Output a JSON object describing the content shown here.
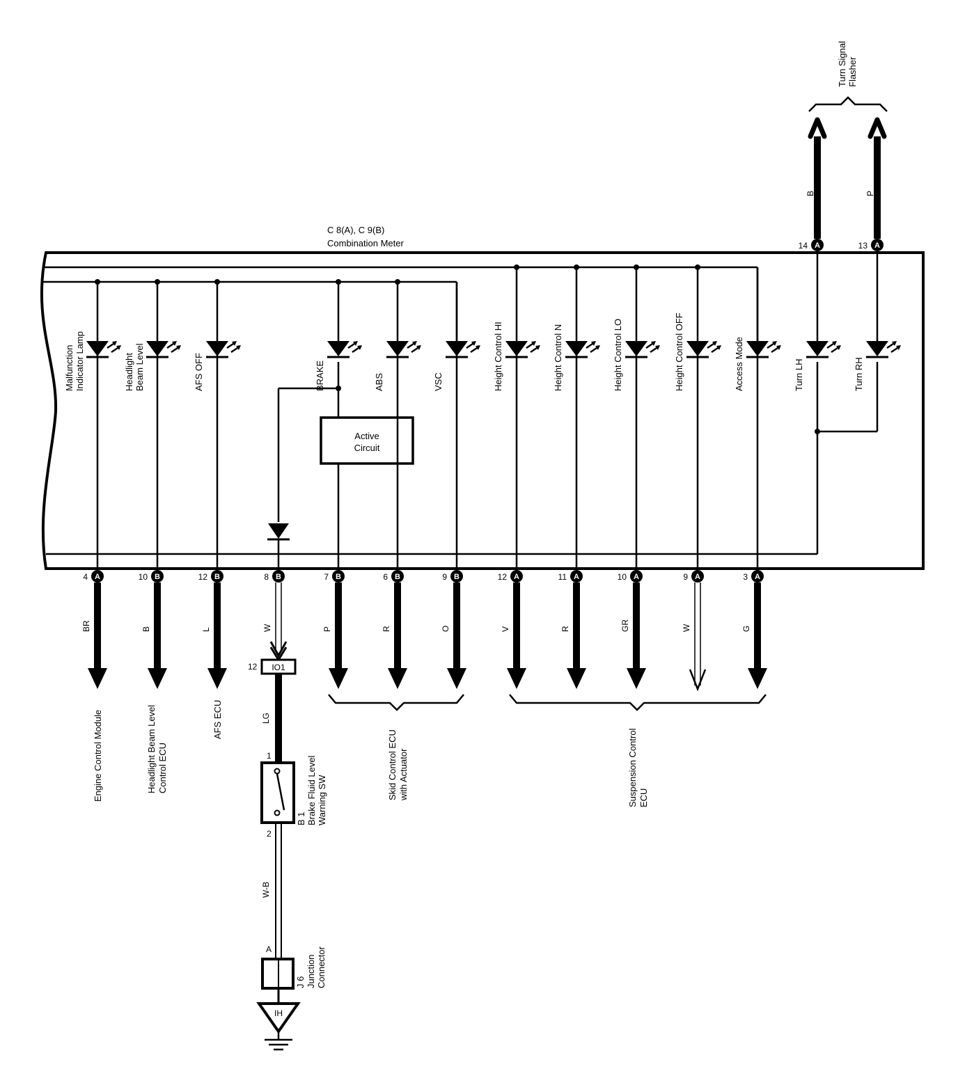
{
  "meter": {
    "connectors": "C 8(A), C 9(B)",
    "name": "Combination Meter"
  },
  "flasher": {
    "name": [
      "Turn Signal",
      "Flasher"
    ]
  },
  "active_circuit": [
    "Active",
    "Circuit"
  ],
  "lamps": [
    {
      "label": [
        "Malfunction",
        "Indicator Lamp"
      ],
      "pin": "4",
      "conn": "A",
      "wire": "BR"
    },
    {
      "label": [
        "Headlight",
        "Beam Level"
      ],
      "pin": "10",
      "conn": "B",
      "wire": "B"
    },
    {
      "label": [
        "AFS OFF"
      ],
      "pin": "12",
      "conn": "B",
      "wire": "L"
    },
    {
      "label": [
        "BRAKE"
      ],
      "pin": "7",
      "conn": "B",
      "wire": "P"
    },
    {
      "label": [
        "ABS"
      ],
      "pin": "6",
      "conn": "B",
      "wire": "R"
    },
    {
      "label": [
        "VSC"
      ],
      "pin": "9",
      "conn": "B",
      "wire": "O"
    },
    {
      "label": [
        "Height Control HI"
      ],
      "pin": "12",
      "conn": "A",
      "wire": "V"
    },
    {
      "label": [
        "Height Control N"
      ],
      "pin": "11",
      "conn": "A",
      "wire": "R"
    },
    {
      "label": [
        "Height Control LO"
      ],
      "pin": "10",
      "conn": "A",
      "wire": "GR"
    },
    {
      "label": [
        "Height Control OFF"
      ],
      "pin": "9",
      "conn": "A",
      "wire": "W"
    },
    {
      "label": [
        "Access Mode"
      ],
      "pin": "3",
      "conn": "A",
      "wire": "G"
    },
    {
      "label": [
        "Turn LH"
      ],
      "pin": "14",
      "conn": "A",
      "wire": "B"
    },
    {
      "label": [
        "Turn RH"
      ],
      "pin": "13",
      "conn": "A",
      "wire": "P"
    }
  ],
  "brake_warning": {
    "pin": "8",
    "conn": "B",
    "wire": "W"
  },
  "destinations": {
    "ecm": "Engine Control Module",
    "headlight_ecu": [
      "Headlight Beam Level",
      "Control ECU"
    ],
    "afs_ecu": "AFS ECU",
    "skid_ecu": [
      "Skid Control ECU",
      "with Actuator"
    ],
    "suspension_ecu": [
      "Suspension Control",
      "ECU"
    ]
  },
  "connector_io1": {
    "pin": "12",
    "name": "IO1",
    "wire_out": "LG"
  },
  "switch_b1": {
    "pin_top": "1",
    "pin_bottom": "2",
    "label": [
      "B 1",
      "Brake Fluid Level",
      "Warning SW"
    ],
    "wire_out": "W-B"
  },
  "junction_j6": {
    "pin": "A",
    "label": [
      "J 6",
      "Junction",
      "Connector"
    ]
  },
  "ground": {
    "label": "IH"
  },
  "colors": {
    "line": "#000000",
    "background": "#ffffff"
  }
}
